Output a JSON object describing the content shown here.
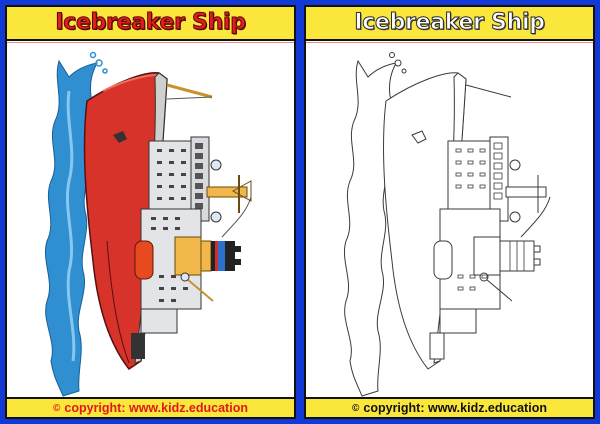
{
  "colors": {
    "background": "#1238d6",
    "banner": "#fbe63c",
    "title_left": "#e41c1c",
    "title_right": "#ffffff",
    "hull": "#d8332a",
    "water": "#2f8fd0",
    "funnel": "#f0b84a"
  },
  "cards": [
    {
      "variant": "colored",
      "title": "Icebreaker Ship",
      "illustration": "icebreaker-ship-colored",
      "footer": {
        "symbol": "©",
        "text": "copyright: www.kidz.education"
      }
    },
    {
      "variant": "coloring-outline",
      "title": "Icebreaker Ship",
      "illustration": "icebreaker-ship-outline",
      "footer": {
        "symbol": "©",
        "text": "copyright: www.kidz.education"
      }
    }
  ]
}
